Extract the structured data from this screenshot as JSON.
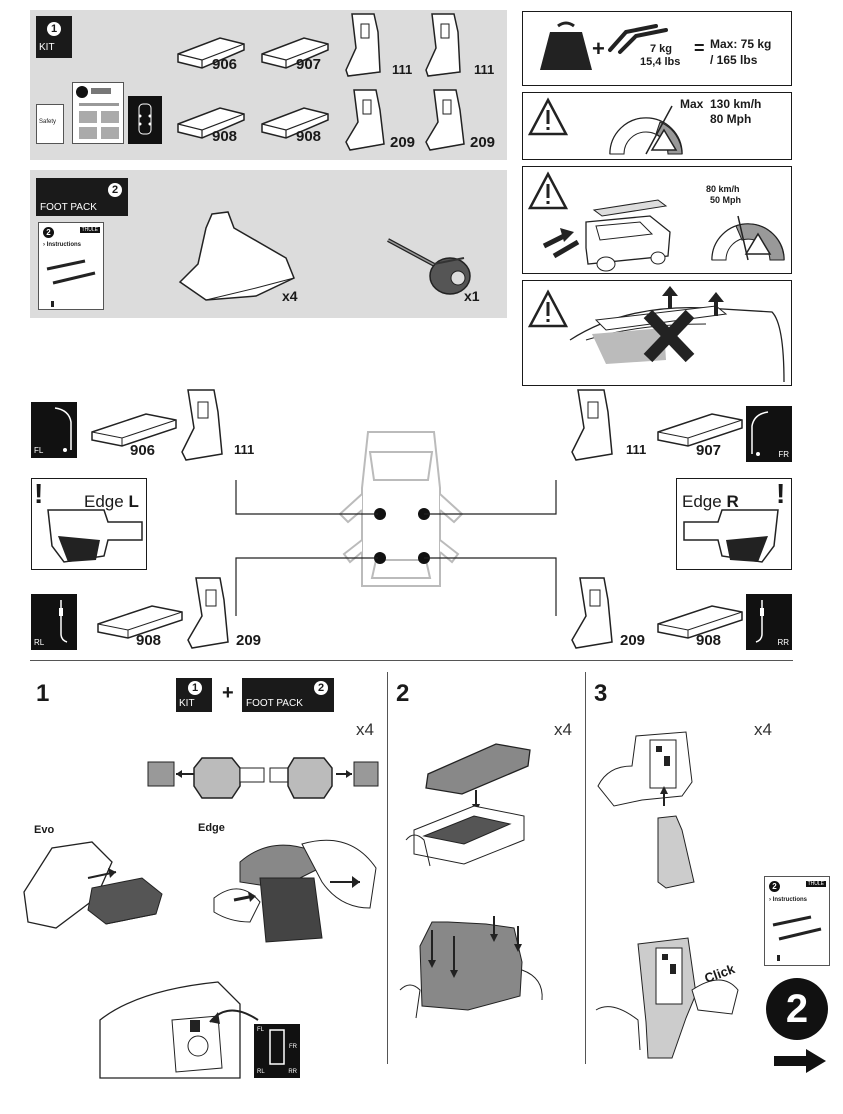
{
  "kit_panel": {
    "badge_number": "1",
    "badge_label": "KIT",
    "booklet_label": "Safety",
    "parts": {
      "pad_906": "906",
      "pad_907": "907",
      "pad_908a": "908",
      "pad_908b": "908",
      "foot_111a": "111",
      "foot_111b": "111",
      "foot_209a": "209",
      "foot_209b": "209"
    }
  },
  "footpack_panel": {
    "badge_number": "2",
    "badge_label": "FOOT PACK",
    "instructions_number": "2",
    "instructions_label": "› Instructions",
    "instructions_brand": "THULE",
    "pad_count": "x4",
    "key_count": "x1"
  },
  "warnings": {
    "load_weight": "7 kg",
    "load_weight_lbs": "15,4 lbs",
    "equals": "=",
    "plus": "+",
    "max_load": "Max: 75 kg",
    "max_load_lbs": "/ 165 lbs",
    "speed_prefix": "Max",
    "speed_kmh": "130 km/h",
    "speed_mph": "80 Mph",
    "wind_kmh": "80 km/h",
    "wind_mph": "50 Mph"
  },
  "positions": {
    "fl": {
      "corner": "FL",
      "pad": "906",
      "foot": "111"
    },
    "fr": {
      "corner": "FR",
      "pad": "907",
      "foot": "111"
    },
    "rl": {
      "corner": "RL",
      "pad": "908",
      "foot": "209"
    },
    "rr": {
      "corner": "RR",
      "pad": "908",
      "foot": "209"
    },
    "edge_left": {
      "label": "Edge ",
      "side": "L"
    },
    "edge_right": {
      "label": "Edge ",
      "side": "R"
    }
  },
  "steps": {
    "step1": {
      "number": "1",
      "kit_num": "1",
      "kit_label": "KIT",
      "plus": "+",
      "pack_num": "2",
      "pack_label": "FOOT PACK",
      "mult": "x4",
      "label_evo": "Evo",
      "label_edge": "Edge",
      "corners": [
        "FL",
        "FR",
        "RL",
        "RR"
      ]
    },
    "step2": {
      "number": "2",
      "mult": "x4"
    },
    "step3": {
      "number": "3",
      "mult": "x4",
      "click_label": "Click"
    }
  },
  "next": {
    "instructions_number": "2",
    "instructions_label": "› Instructions",
    "instructions_brand": "THULE",
    "big_number": "2"
  }
}
